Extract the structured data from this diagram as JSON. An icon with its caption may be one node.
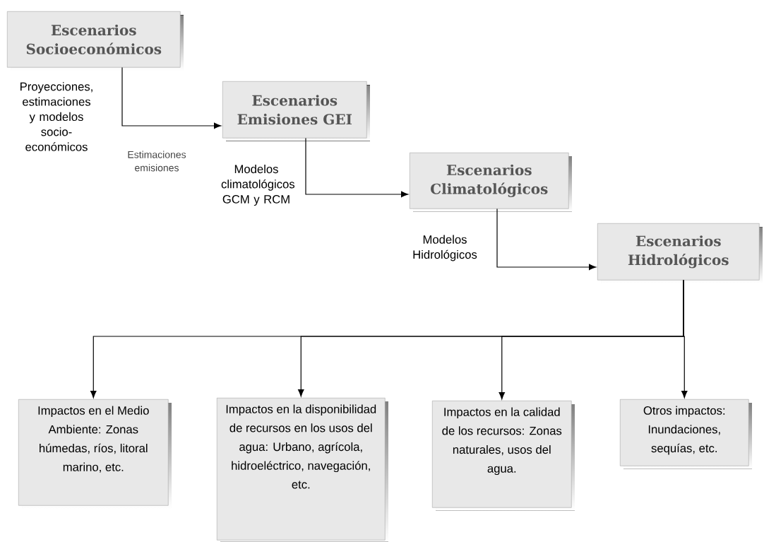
{
  "diagram": {
    "nodes": [
      {
        "text": [
          "Escenarios Socioeconómicos"
        ]
      },
      {
        "text": [
          "Escenarios Emisiones GEI"
        ]
      },
      {
        "text": [
          "Escenarios Climatológicos"
        ]
      },
      {
        "text": [
          "Escenarios Hidrológicos"
        ]
      },
      {
        "text": [
          "Impactos en el Medio Ambiente: Zonas húmedas, ríos, litoral marino, etc."
        ]
      },
      {
        "text": [
          "Impactos en la disponibilidad de recursos en los usos del agua: Urbano, agrícola, hidroeléctrico, navegación, etc."
        ]
      },
      {
        "text": [
          "Impactos en la calidad de los recursos: Zonas naturales, usos del agua."
        ]
      },
      {
        "text": [
          "Otros impactos: Inundaciones, sequías, etc."
        ]
      }
    ],
    "edges": [
      {
        "from": 0,
        "to": 1,
        "arrow": "to",
        "label": "Proyecciones, estimaciones y modelos socio-económicos"
      },
      {
        "from": 1,
        "to": 2,
        "arrow": "to",
        "label": "Modelos climatológicos GCM y RCM"
      },
      {
        "from": 2,
        "to": 3,
        "arrow": "to",
        "label": "Modelos Hidrológicos"
      },
      {
        "from": 3,
        "to": 4,
        "arrow": "to"
      },
      {
        "from": 3,
        "to": 5,
        "arrow": "to"
      },
      {
        "from": 3,
        "to": 6,
        "arrow": "to"
      },
      {
        "from": 3,
        "to": 7,
        "arrow": "to"
      }
    ],
    "labels": [
      "Estimaciones emisiones"
    ]
  }
}
